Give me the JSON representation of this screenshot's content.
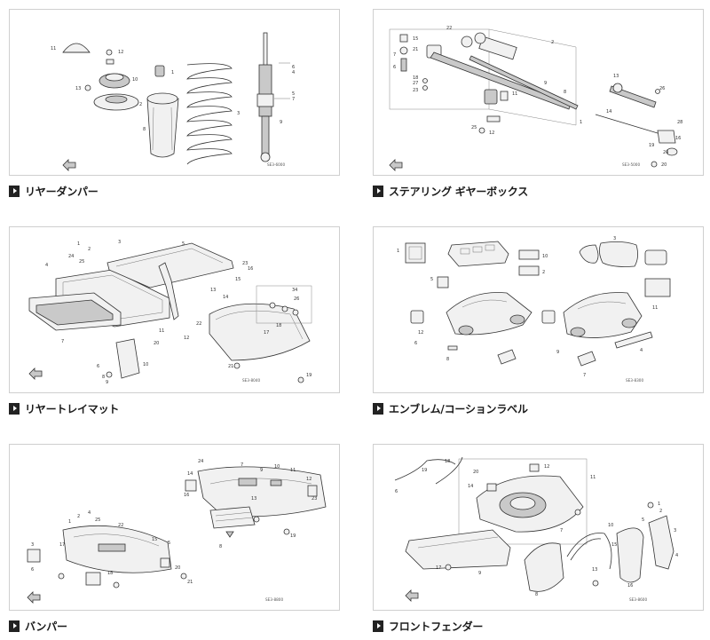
{
  "diagrams": [
    {
      "caption": "リヤーダンパー",
      "code": "SE3-6000",
      "callouts": [
        "11",
        "12",
        "10",
        "13",
        "1",
        "2",
        "3",
        "6",
        "4",
        "5",
        "7",
        "8",
        "9"
      ]
    },
    {
      "caption": "ステアリング ギヤーボックス",
      "code": "SE3-5000",
      "callouts": [
        "22",
        "15",
        "2",
        "21",
        "7",
        "6",
        "23",
        "18",
        "9",
        "11",
        "1",
        "27",
        "14",
        "8",
        "12",
        "25",
        "13",
        "26",
        "28",
        "16",
        "19",
        "24",
        "20"
      ]
    },
    {
      "caption": "リヤートレイマット",
      "code": "SE3-8040",
      "callouts": [
        "1",
        "2",
        "3",
        "4",
        "5",
        "24",
        "25",
        "7",
        "20",
        "21",
        "22",
        "23",
        "6",
        "8",
        "9",
        "10",
        "11",
        "12",
        "13",
        "14",
        "15",
        "16",
        "17",
        "18",
        "19",
        "26",
        "34"
      ]
    },
    {
      "caption": "エンブレム/コーションラベル",
      "code": "SE3-8300",
      "callouts": [
        "1",
        "2",
        "3",
        "5",
        "8",
        "10",
        "11",
        "12",
        "4",
        "6",
        "7",
        "9"
      ]
    },
    {
      "caption": "バンパー",
      "code": "SE3-8800",
      "callouts": [
        "24",
        "25",
        "22",
        "1",
        "2",
        "3",
        "4",
        "5",
        "6",
        "7",
        "8",
        "9",
        "10",
        "11",
        "12",
        "13",
        "14",
        "15",
        "16",
        "17",
        "18",
        "19",
        "20",
        "21",
        "23"
      ]
    },
    {
      "caption": "フロントフェンダー",
      "code": "SE3-8600",
      "callouts": [
        "1",
        "2",
        "3",
        "4",
        "5",
        "6",
        "7",
        "8",
        "9",
        "10",
        "11",
        "12",
        "13",
        "14",
        "15",
        "16",
        "17",
        "18",
        "19",
        "20"
      ]
    }
  ]
}
